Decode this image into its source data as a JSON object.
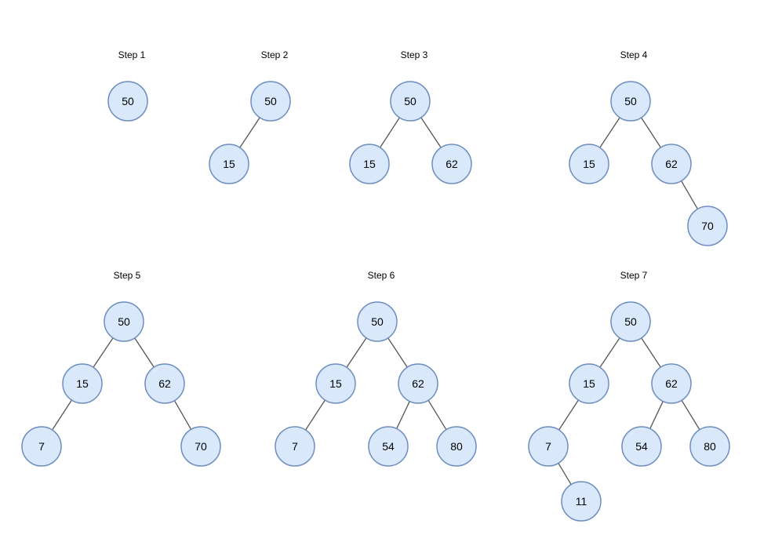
{
  "colors": {
    "node_fill": "#dae8fc",
    "node_stroke": "#6c8ebf",
    "edge": "#555555",
    "text": "#000000"
  },
  "steps": [
    {
      "title": "Step 1",
      "nodes": [
        {
          "id": "a",
          "label": "50"
        }
      ],
      "edges": []
    },
    {
      "title": "Step 2",
      "nodes": [
        {
          "id": "a",
          "label": "50"
        },
        {
          "id": "b",
          "label": "15"
        }
      ],
      "edges": [
        [
          "a",
          "b"
        ]
      ]
    },
    {
      "title": "Step 3",
      "nodes": [
        {
          "id": "a",
          "label": "50"
        },
        {
          "id": "b",
          "label": "15"
        },
        {
          "id": "c",
          "label": "62"
        }
      ],
      "edges": [
        [
          "a",
          "b"
        ],
        [
          "a",
          "c"
        ]
      ]
    },
    {
      "title": "Step 4",
      "nodes": [
        {
          "id": "a",
          "label": "50"
        },
        {
          "id": "b",
          "label": "15"
        },
        {
          "id": "c",
          "label": "62"
        },
        {
          "id": "d",
          "label": "70"
        }
      ],
      "edges": [
        [
          "a",
          "b"
        ],
        [
          "a",
          "c"
        ],
        [
          "c",
          "d"
        ]
      ]
    },
    {
      "title": "Step 5",
      "nodes": [
        {
          "id": "a",
          "label": "50"
        },
        {
          "id": "b",
          "label": "15"
        },
        {
          "id": "c",
          "label": "62"
        },
        {
          "id": "e",
          "label": "7"
        },
        {
          "id": "d",
          "label": "70"
        }
      ],
      "edges": [
        [
          "a",
          "b"
        ],
        [
          "a",
          "c"
        ],
        [
          "b",
          "e"
        ],
        [
          "c",
          "d"
        ]
      ]
    },
    {
      "title": "Step 6",
      "nodes": [
        {
          "id": "a",
          "label": "50"
        },
        {
          "id": "b",
          "label": "15"
        },
        {
          "id": "c",
          "label": "62"
        },
        {
          "id": "e",
          "label": "7"
        },
        {
          "id": "f",
          "label": "54"
        },
        {
          "id": "g",
          "label": "80"
        }
      ],
      "edges": [
        [
          "a",
          "b"
        ],
        [
          "a",
          "c"
        ],
        [
          "b",
          "e"
        ],
        [
          "c",
          "f"
        ],
        [
          "c",
          "g"
        ]
      ]
    },
    {
      "title": "Step 7",
      "nodes": [
        {
          "id": "a",
          "label": "50"
        },
        {
          "id": "b",
          "label": "15"
        },
        {
          "id": "c",
          "label": "62"
        },
        {
          "id": "e",
          "label": "7"
        },
        {
          "id": "f",
          "label": "54"
        },
        {
          "id": "g",
          "label": "80"
        },
        {
          "id": "h",
          "label": "11"
        }
      ],
      "edges": [
        [
          "a",
          "b"
        ],
        [
          "a",
          "c"
        ],
        [
          "b",
          "e"
        ],
        [
          "c",
          "f"
        ],
        [
          "c",
          "g"
        ],
        [
          "e",
          "h"
        ]
      ]
    }
  ]
}
